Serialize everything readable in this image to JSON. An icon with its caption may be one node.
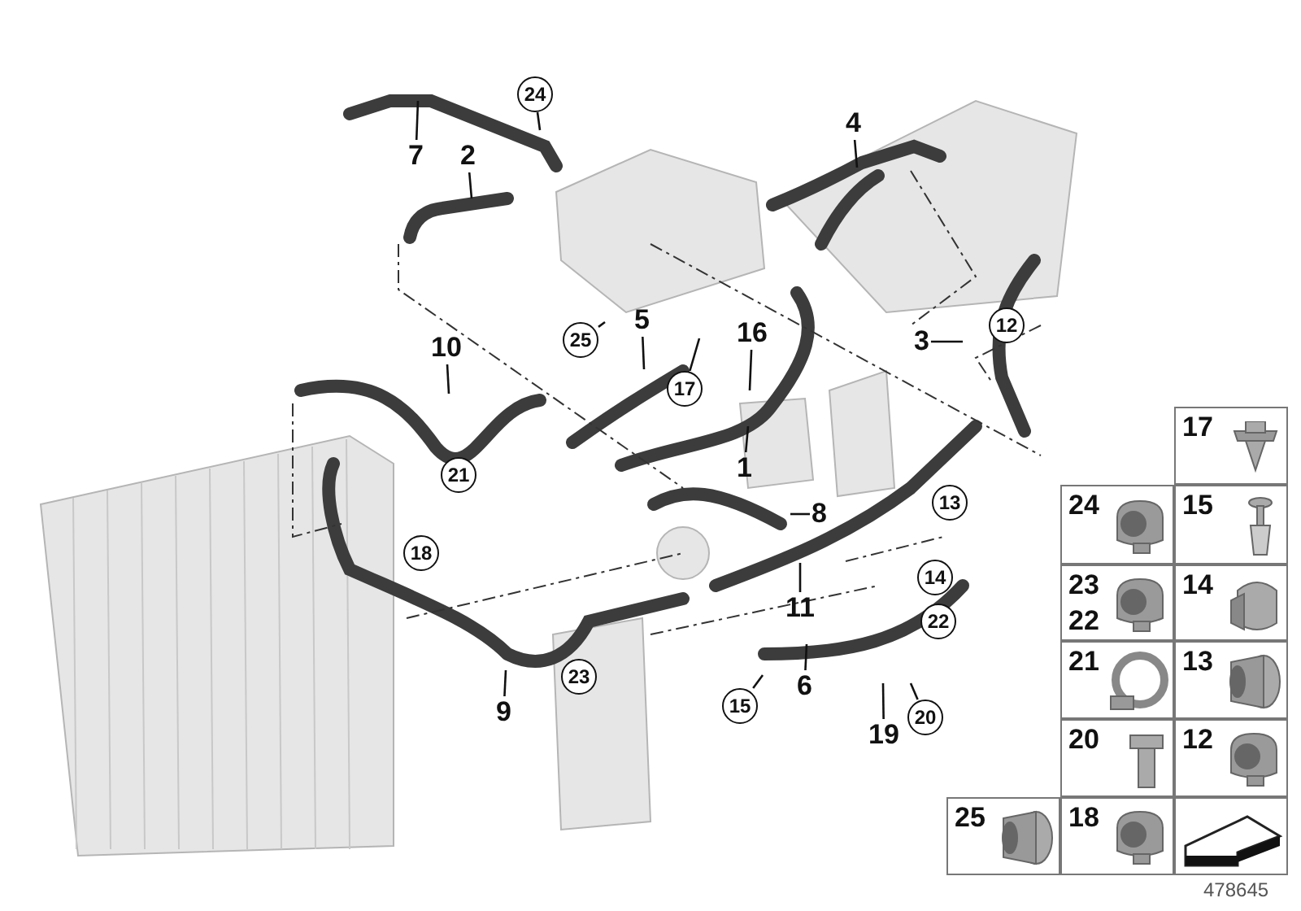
{
  "diagram": {
    "nodes": [
      {
        "text": [
          "24"
        ]
      },
      {
        "text": [
          "7"
        ]
      },
      {
        "text": [
          "2"
        ]
      },
      {
        "text": [
          "4"
        ]
      },
      {
        "text": [
          "5"
        ]
      },
      {
        "text": [
          "16"
        ]
      },
      {
        "text": [
          "12"
        ]
      },
      {
        "text": [
          "25"
        ]
      },
      {
        "text": [
          "10"
        ]
      },
      {
        "text": [
          "3"
        ]
      },
      {
        "text": [
          "17"
        ]
      },
      {
        "text": [
          "1"
        ]
      },
      {
        "text": [
          "21"
        ]
      },
      {
        "text": [
          "13"
        ]
      },
      {
        "text": [
          "8"
        ]
      },
      {
        "text": [
          "18"
        ]
      },
      {
        "text": [
          "14"
        ]
      },
      {
        "text": [
          "11"
        ]
      },
      {
        "text": [
          "22"
        ]
      },
      {
        "text": [
          "23"
        ]
      },
      {
        "text": [
          "6"
        ]
      },
      {
        "text": [
          "15"
        ]
      },
      {
        "text": [
          "9"
        ]
      },
      {
        "text": [
          "19"
        ]
      },
      {
        "text": [
          "20"
        ]
      }
    ],
    "edges": [
      {
        "from": 0,
        "to": null,
        "arrow": "none"
      },
      {
        "from": 1,
        "to": null,
        "arrow": "none"
      },
      {
        "from": 2,
        "to": null,
        "arrow": "none"
      },
      {
        "from": 3,
        "to": null,
        "arrow": "none"
      },
      {
        "from": 4,
        "to": null,
        "arrow": "none"
      },
      {
        "from": 5,
        "to": null,
        "arrow": "none"
      },
      {
        "from": 7,
        "to": null,
        "arrow": "none"
      },
      {
        "from": 8,
        "to": null,
        "arrow": "none"
      },
      {
        "from": 9,
        "to": null,
        "arrow": "none"
      },
      {
        "from": 10,
        "to": null,
        "arrow": "none"
      },
      {
        "from": 11,
        "to": null,
        "arrow": "none"
      },
      {
        "from": 14,
        "to": null,
        "arrow": "none"
      },
      {
        "from": 17,
        "to": null,
        "arrow": "none"
      },
      {
        "from": 20,
        "to": null,
        "arrow": "none"
      },
      {
        "from": 21,
        "to": null,
        "arrow": "none"
      },
      {
        "from": 22,
        "to": null,
        "arrow": "none"
      },
      {
        "from": 23,
        "to": null,
        "arrow": "none"
      },
      {
        "from": 24,
        "to": null,
        "arrow": "none"
      }
    ],
    "labels": [
      "17",
      "24",
      "15",
      "23",
      "22",
      "14",
      "21",
      "13",
      "20",
      "12",
      "25",
      "18",
      "478645"
    ]
  }
}
